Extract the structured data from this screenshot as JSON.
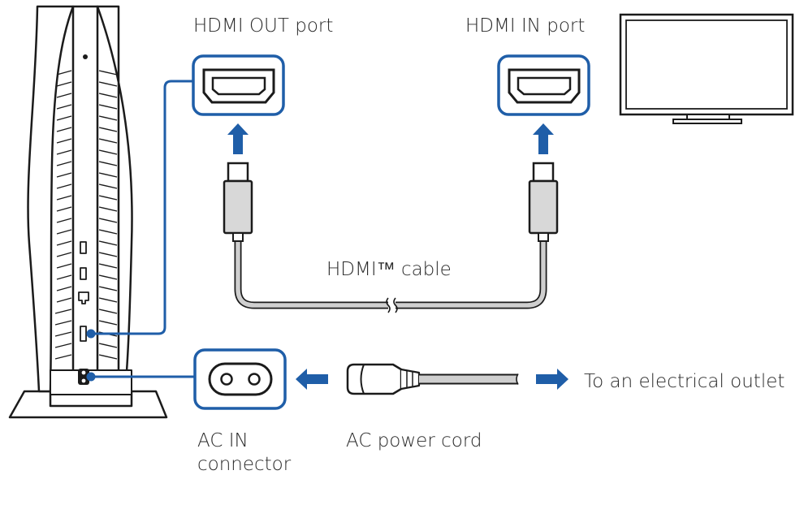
{
  "labels": {
    "hdmi_out_port": "HDMI OUT port",
    "hdmi_in_port": "HDMI IN port",
    "hdmi_cable": "HDMI™ cable",
    "electrical_outlet": "To an electrical outlet",
    "ac_in_connector_line1": "AC IN",
    "ac_in_connector_line2": "connector",
    "ac_power_cord": "AC power cord"
  },
  "colors": {
    "accent_blue": "#1f5ea8",
    "line_dark": "#1b1b1b",
    "cable_gray": "#cfcfcf",
    "text": "#2a2a2a"
  },
  "icons": [
    "console-icon",
    "tv-icon",
    "hdmi-port-icon",
    "ac-socket-icon",
    "hdmi-plug-icon",
    "ac-plug-icon",
    "arrow-up-icon",
    "arrow-left-icon",
    "arrow-right-icon"
  ]
}
